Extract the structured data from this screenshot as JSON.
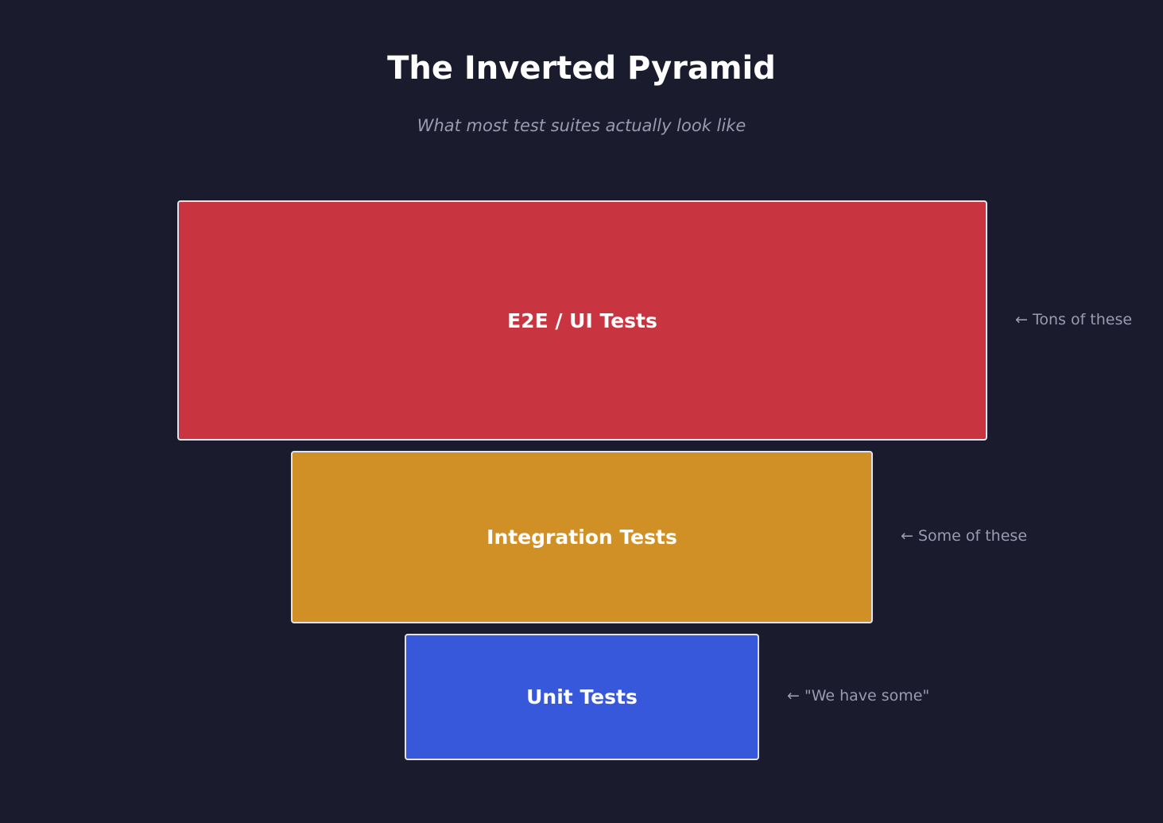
{
  "header": {
    "title": "The Inverted Pyramid",
    "subtitle": "What most test suites actually look like"
  },
  "layers": [
    {
      "label": "E2E / UI Tests",
      "note": "← Tons of these",
      "color": "#c8343f"
    },
    {
      "label": "Integration Tests",
      "note": "← Some of these",
      "color": "#d19026"
    },
    {
      "label": "Unit Tests",
      "note": "← \"We have some\"",
      "color": "#3758db"
    }
  ],
  "colors": {
    "background": "#1b1b2e",
    "border": "#e2e2ea",
    "muted_text": "#9b9bb0"
  }
}
